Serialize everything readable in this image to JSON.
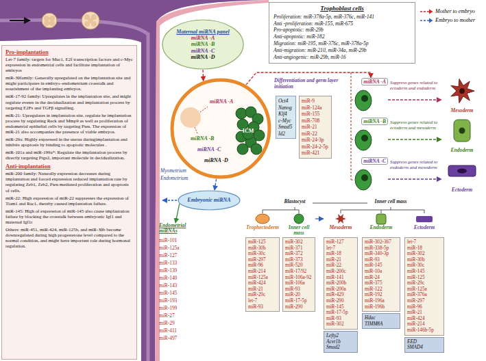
{
  "diagram": {
    "nodes": [
      {
        "text": [
          "Pro-implantation",
          "Let-7 family: targets for Muc1, E2f transcription factors and c-Myc expression in endometrial cells and facilitate implantation of embryos",
          "miR-30family: Generally upregulated on the implantation site and might participates in embryo–endometrium crosstalk and nourishment of the implanting embryos.",
          "miR-17-92 family: Upregulates in the implantation site, and might regulate events in the decidualization and implantation process by targeting E2Fs and TGFβ signalling.",
          "miR-21: Upregulates in implantation site, regulate he implantation process by regulating Reck and Mmp9 as well as proliferation of endometrial epithelial cells by targeting Pten. The expression of miR-21 also accompanies the presence of viable embryos.",
          "miR-29a: Highly expressed in the uterus duringimplantation and inhibits apoptosis by binding to apoptotic molecules .",
          "miR-101a and miR-199a*: Regulate the implantation process by directly targeting Ptgs2, important molecule in decidualization.",
          "Anti-implantation",
          "miR-200 family: Naturally expression decreases during implantation and forced expression reduced implantation rate by regulating Zeb1, Zeb2, Pten mediated proliferation and apoptosis of cells.",
          "miR-22: High expression of miR-22 suppresses the expression of Tiam1 and Rac1, thereby caused implantation failure.",
          "miR-145: High of expression of miR-145 also cause implantation failure by blocking the crosstalk between embryonic Igf1 and maternal Igf1r",
          "Others: miR-451, miR-424, miR-125b, and miR-30b become downregulated during high progesterone level compared to the normal condition, and might have important role during hormonal regulation."
        ]
      },
      {
        "text": [
          "Trophoblast cells",
          "Proliferation: miR-378a-5p, miR-376c, miR-141",
          "Anti -proliferation: miR-155, miR-675",
          "Pro-apoptotic: miR-29b",
          "Anti-apoptotic: miR-182",
          "Migration: miR-195, miR-376c, miR-378a-5p",
          "Anti-migration: miR-210, miR-34a, miR-29b",
          "Anti-angiogenic: miR-29b, miR-16"
        ]
      },
      {
        "text": [
          "Maternal miRNA panel",
          "miRNA -A",
          "miRNA -B",
          "miRNA -C",
          "miRNA -D"
        ]
      },
      {
        "text": [
          "miRNA -A",
          "miRNA -B",
          "miRNA -C",
          "miRNA -D"
        ]
      },
      {
        "text": [
          "ICM"
        ],
        "in": 3
      },
      {
        "text": [
          "Embryonic miRNA"
        ]
      },
      {
        "text": [
          "Endometrial miRNAs",
          "miR-101 miR-125a miR-127 miR-133 miR-139 miR-140 miR-143 miR-145 miR-193 miR-199 miR-27 miR-29 miR-411 miR-497"
        ]
      },
      {
        "text": [
          "Oct4 Nanog Klf4 c-Myc Smad5 Id2"
        ]
      },
      {
        "text": [
          "miR-9 miR-124a miR-155 miR-708 miR-21 miR-22 miR-24-3p miR-24-2-5p miR-421"
        ]
      },
      {
        "text": [
          "miRNA -A"
        ]
      },
      {
        "text": [
          "Mesoderm"
        ]
      },
      {
        "text": [
          "miRNA -B"
        ]
      },
      {
        "text": [
          "Endoderm"
        ]
      },
      {
        "text": [
          "miRNA -C"
        ]
      },
      {
        "text": [
          "Ectoderm"
        ]
      },
      {
        "text": [
          "Trophectoderm",
          "miR-125 miR-30b miR-30c miR-297 miR-96 miR-214 miR-125a miR-424 miR-21 miR-29c let-7 miR-93"
        ]
      },
      {
        "text": [
          "Inner cell mass",
          "miR-302 miR-371 miR-372 miR-373 miR-520 miR-17/92 miR-106a-92 miR-106a miR-93 miR-20 miR-17-5p miR-290"
        ]
      },
      {
        "text": [
          "Mesoderm",
          "miR-127 let-7 miR-18 miR-21 miR-22 miR-200c miR-141 miR-200b miR-200a miR-429 miR-290 miR-145 miR-17-5p miR-93 miR-302"
        ]
      },
      {
        "text": [
          "Lefty2 Acvr1b Smad2"
        ],
        "in": 17
      },
      {
        "text": [
          "Endoderm",
          "miR-302-367 miR-338-5p miR-340-3p miR-93 miR-145 miR-10a miR-24 miR-375 miR-122 miR-192 miR-196a miR-196b"
        ]
      },
      {
        "text": [
          "Hdac TIMM8A"
        ],
        "in": 19
      },
      {
        "text": [
          "Ectoderm",
          "let-7 miR-18 miR-302 miR-30b miR-30c miR-145 miR-125 miR-29c miR-125a miR-376a miR-297 miR-96 miR-21 miR-424 miR-214 miR-146b-5p"
        ]
      },
      {
        "text": [
          "EED SMAD4"
        ],
        "in": 21
      }
    ],
    "edges": [
      {
        "from": 2,
        "to": 3,
        "arrow": "to"
      },
      {
        "from": 3,
        "to": 5,
        "arrow": "to"
      },
      {
        "from": 5,
        "to": 6,
        "arrow": "to"
      },
      {
        "from": 3,
        "to": 9,
        "arrow": "to"
      },
      {
        "from": 9,
        "to": 10,
        "label": "Suppress genes related to ectoderm and endoderm",
        "arrow": "to"
      },
      {
        "from": 11,
        "to": 12,
        "label": "Suppress genes related to ectoderm and mesoderm",
        "arrow": "to"
      },
      {
        "from": 13,
        "to": 14,
        "label": "Suppress genes related to endoderm and mesoderm",
        "arrow": "to"
      },
      {
        "from": 16,
        "to": 17,
        "arrow": "to"
      }
    ],
    "labels": [
      "Myometrium",
      "Endometrium",
      "Differentiation and germ layer initiation",
      "Blastocyst",
      "Inner cell mass"
    ],
    "legend": [
      {
        "text": "Mother to embryo"
      },
      {
        "text": "Embryo to mother"
      }
    ]
  }
}
